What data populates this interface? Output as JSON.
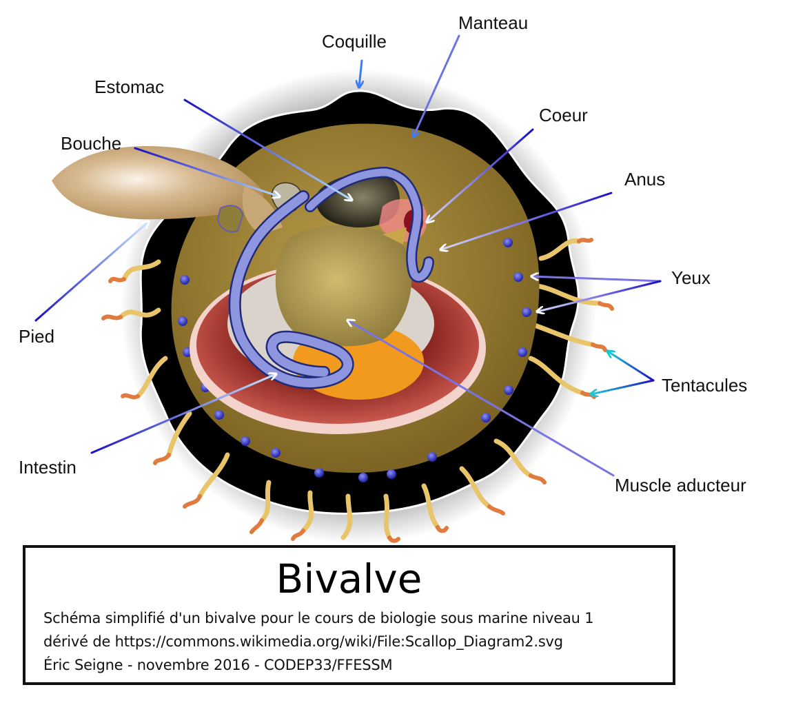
{
  "diagram": {
    "subject": "Bivalve anatomy (scallop)",
    "colors": {
      "shell": "#000000",
      "shell_outline": "#ffffff",
      "mantle": "#9a7d34",
      "foot": "#c9a878",
      "gills": "#b5453f",
      "intestine": "#8f96e0",
      "intestine_outline": "#1f2a7a",
      "adductor": "#b49a4c",
      "gonad": "#f29a1e",
      "stomach": "#3a3520",
      "eyes": "#3d3fcf",
      "tentacles": "#e7c46a",
      "tentacle_tips": "#e07a3e",
      "leader_dark": "#1a0fc4",
      "leader_light": "#a8d4ff",
      "leader_cyan": "#1fc4d0"
    },
    "labels": [
      {
        "id": "coquille",
        "text": "Coquille"
      },
      {
        "id": "manteau",
        "text": "Manteau"
      },
      {
        "id": "estomac",
        "text": "Estomac"
      },
      {
        "id": "coeur",
        "text": "Coeur"
      },
      {
        "id": "bouche",
        "text": "Bouche"
      },
      {
        "id": "anus",
        "text": "Anus"
      },
      {
        "id": "yeux",
        "text": "Yeux"
      },
      {
        "id": "pied",
        "text": "Pied"
      },
      {
        "id": "tentacules",
        "text": "Tentacules"
      },
      {
        "id": "intestin",
        "text": "Intestin"
      },
      {
        "id": "muscle",
        "text": "Muscle aducteur"
      }
    ]
  },
  "caption": {
    "title": "Bivalve",
    "lines": [
      "Schéma simplifié d'un bivalve pour le cours de biologie sous marine niveau 1",
      "dérivé de https://commons.wikimedia.org/wiki/File:Scallop_Diagram2.svg",
      "Éric Seigne - novembre 2016 - CODEP33/FFESSM"
    ]
  }
}
